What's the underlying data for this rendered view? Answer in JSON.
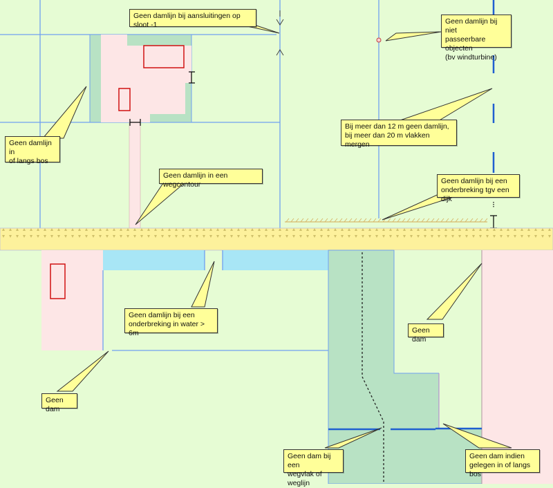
{
  "map": {
    "colors": {
      "land": "#e6fcd4",
      "forest": "#b8e2c4",
      "building_plot": "#fde6e6",
      "water": "#a8e6f6",
      "road": "#fdf19c",
      "parcel_line": "#6fa0f0",
      "callout_fill": "#ffff99",
      "building_outline": "#d01010",
      "dam_line": "#1f5fd0"
    },
    "callouts": [
      {
        "id": "aansluitingen-sloot",
        "text": "Geen damlijn bij aansluitingen op sloot -1"
      },
      {
        "id": "passeerbare-objecten",
        "text": "Geen damlijn bij niet\npasseerbare objecten\n(bv windturbine)"
      },
      {
        "id": "langs-bos",
        "text": "Geen damlijn in\nof langs bos"
      },
      {
        "id": "meer-dan-12m",
        "text": "Bij meer dan 12 m geen damlijn,\nbij meer dan 20 m vlakken mergen"
      },
      {
        "id": "wegcontour",
        "text": "Geen damlijn in een wegcontour"
      },
      {
        "id": "onderbreking-dijk",
        "text": "Geen damlijn bij een\nonderbreking tgv een dijk"
      },
      {
        "id": "onderbreking-water",
        "text": "Geen damlijn bij een\nonderbreking in water > 6m"
      },
      {
        "id": "geen-dam-right",
        "text": "Geen dam"
      },
      {
        "id": "geen-dam-left",
        "text": "Geen dam"
      },
      {
        "id": "wegvlak-weglijn",
        "text": "Geen dam bij een\nwegvlak of weglijn"
      },
      {
        "id": "gelegen-langs-bos",
        "text": "Geen dam indien\ngelegen in of langs bos"
      }
    ]
  }
}
